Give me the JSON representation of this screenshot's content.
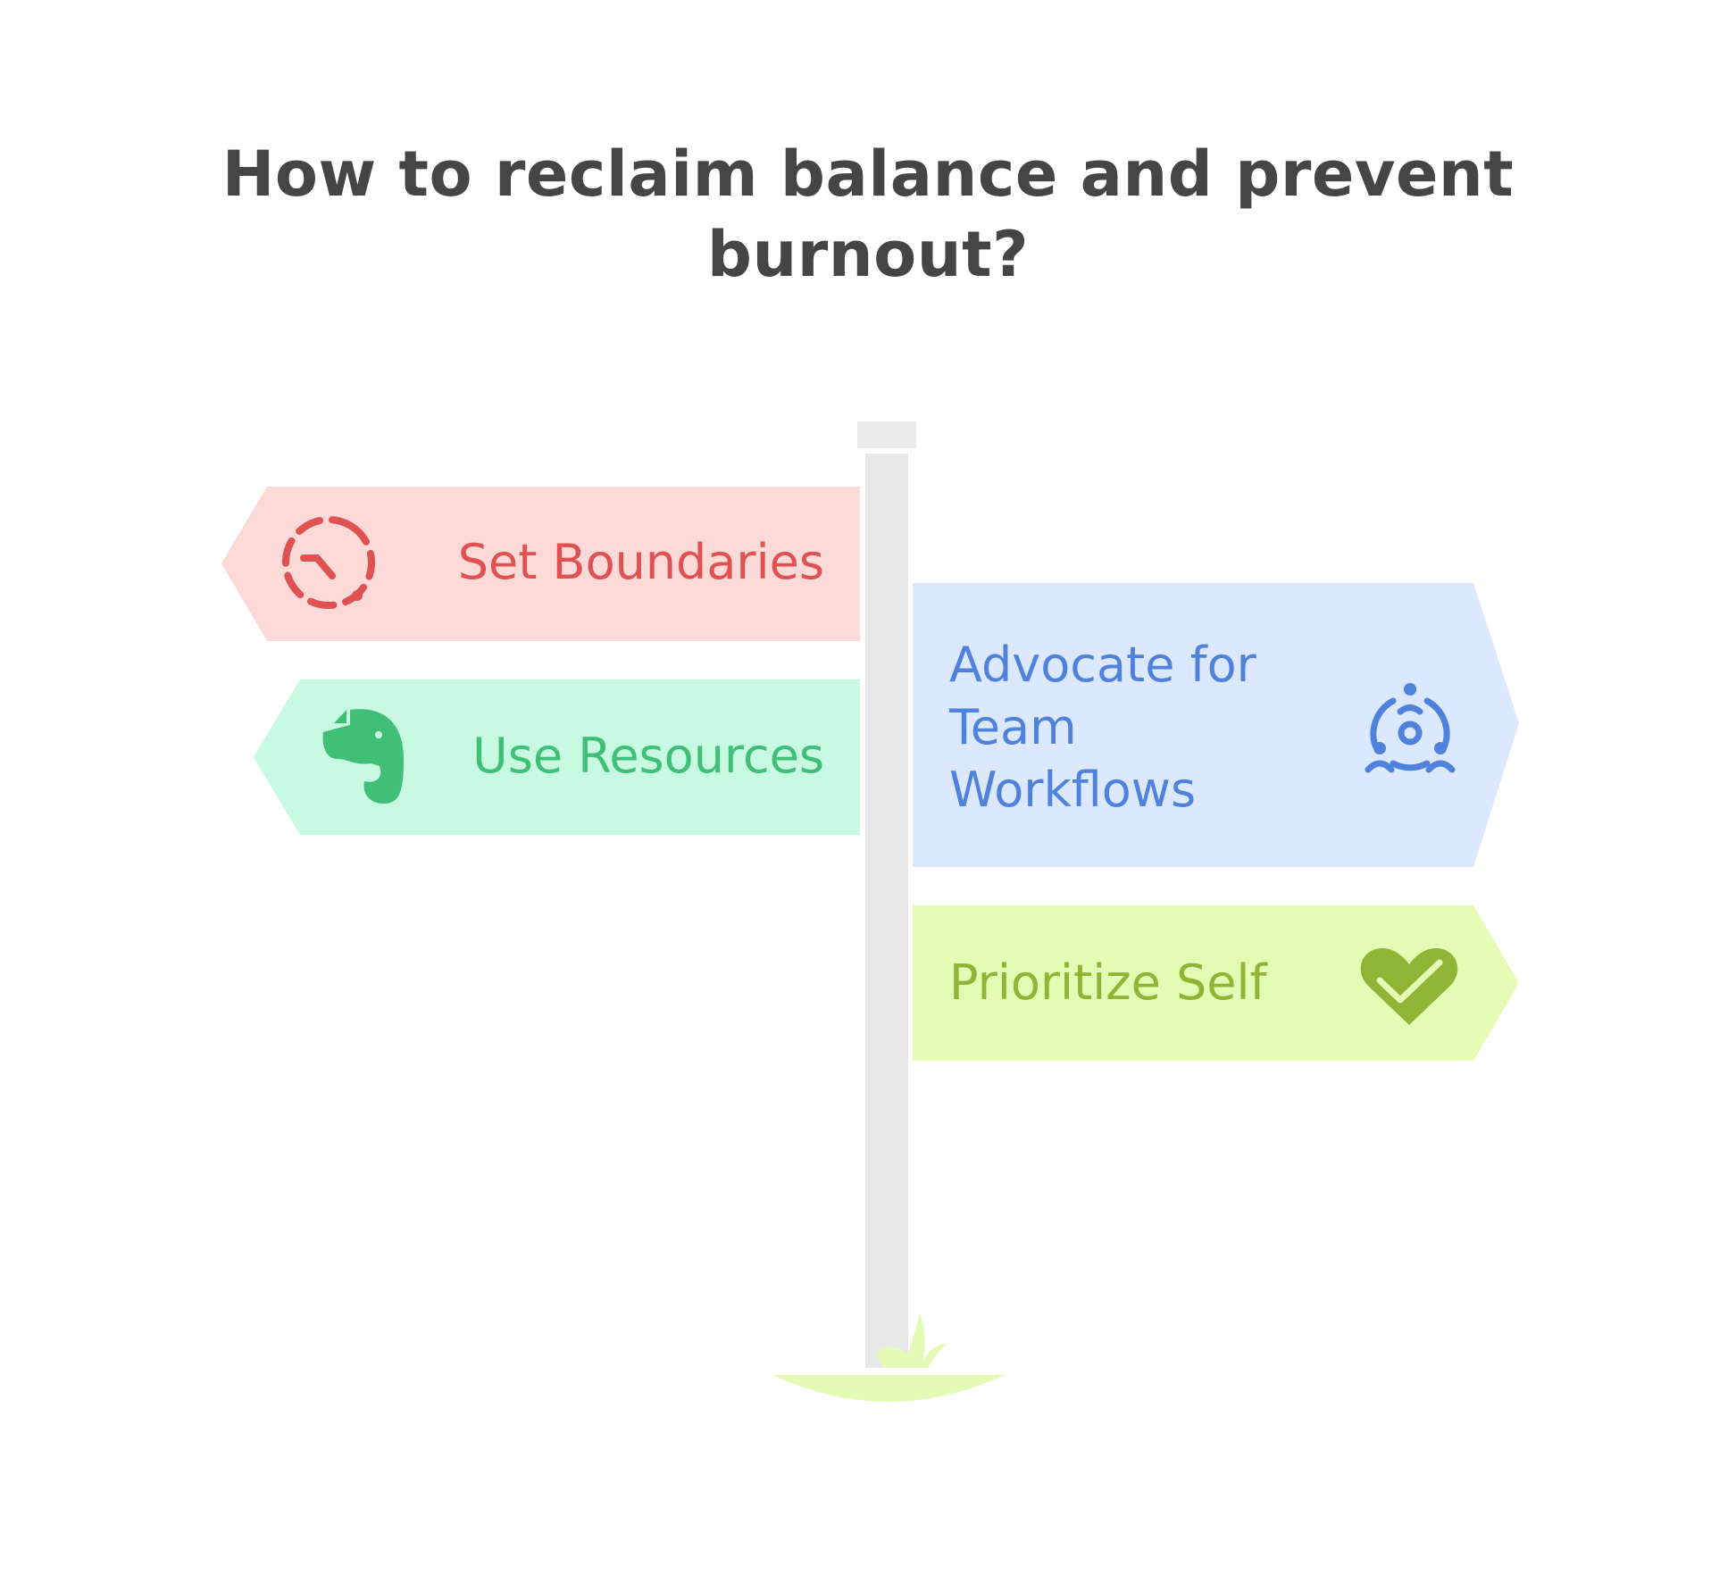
{
  "title": "How to reclaim balance and prevent burnout?",
  "signs": [
    {
      "label": "Set Boundaries",
      "direction": "left",
      "color": "#e05252",
      "fill": "#fdd9d7",
      "icon": "timer-icon"
    },
    {
      "label": "Use Resources",
      "direction": "left",
      "color": "#3fbf78",
      "fill": "#c8fae1",
      "icon": "evernote-elephant-icon"
    },
    {
      "label_lines": [
        "Advocate for",
        "Team",
        "Workflows"
      ],
      "direction": "right",
      "color": "#4e82dc",
      "fill": "#dce8fd",
      "icon": "team-settings-icon"
    },
    {
      "label": "Prioritize Self",
      "direction": "right",
      "color": "#8fb436",
      "fill": "#e5fcb4",
      "icon": "heart-check-icon"
    }
  ],
  "colors": {
    "title": "#454545",
    "post": "#e8e8e8",
    "grass": "#e3fbb5"
  }
}
